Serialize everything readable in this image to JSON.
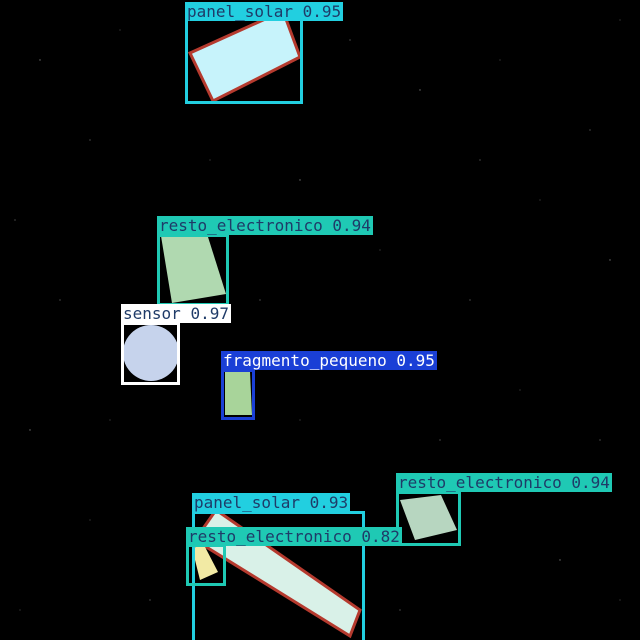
{
  "detections": [
    {
      "id": "panel-solar-1",
      "class_label": "panel_solar",
      "confidence": "0.95",
      "color": "#22cfe0"
    },
    {
      "id": "resto-electronico-1",
      "class_label": "resto_electronico",
      "confidence": "0.94",
      "color": "#1fc9b4"
    },
    {
      "id": "sensor-1",
      "class_label": "sensor",
      "confidence": "0.97",
      "color": "#ffffff"
    },
    {
      "id": "fragmento-pequeno-1",
      "class_label": "fragmento_pequeno",
      "confidence": "0.95",
      "color": "#1a3fd6"
    },
    {
      "id": "resto-electronico-2",
      "class_label": "resto_electronico",
      "confidence": "0.94",
      "color": "#1fc9b4"
    },
    {
      "id": "panel-solar-2",
      "class_label": "panel_solar",
      "confidence": "0.93",
      "color": "#22cfe0"
    },
    {
      "id": "resto-electronico-3",
      "class_label": "resto_electronico",
      "confidence": "0.82",
      "color": "#1fc9b4"
    }
  ]
}
